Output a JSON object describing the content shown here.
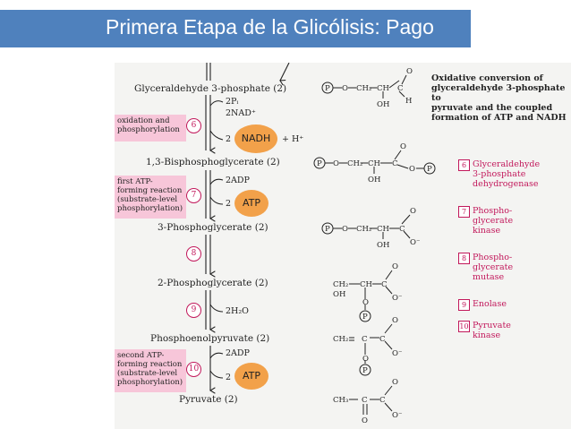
{
  "slide": {
    "title": "Primera Etapa de la Glicólisis: Pago"
  },
  "compounds": {
    "g3p": "Glyceraldehyde 3-phosphate (2)",
    "bpg": "1,3-Bisphosphoglycerate (2)",
    "pg3": "3-Phosphoglycerate (2)",
    "pg2": "2-Phosphoglycerate (2)",
    "pep": "Phosphoenolpyruvate (2)",
    "pyr": "Pyruvate (2)"
  },
  "reagents": {
    "pi": "2Pᵢ",
    "nad": "2NAD⁺",
    "two_a": "2",
    "nadh": "NADH",
    "hplus": "+ H⁺",
    "adp1": "2ADP",
    "two_b": "2",
    "atp1": "ATP",
    "h2o": "2H₂O",
    "adp2": "2ADP",
    "two_c": "2",
    "atp2": "ATP"
  },
  "steps": [
    "6",
    "7",
    "8",
    "9",
    "10"
  ],
  "reaction_notes": {
    "oxidation": [
      "oxidation and",
      "phosphorylation"
    ],
    "first_atp": [
      "first ATP-",
      "forming reaction",
      "(substrate-level",
      "phosphorylation)"
    ],
    "second_atp": [
      "second ATP-",
      "forming reaction",
      "(substrate-level",
      "phosphorylation)"
    ]
  },
  "description": [
    "Oxidative conversion of",
    "glyceraldehyde 3-phosphate to",
    "pyruvate and the coupled",
    "formation of ATP and NADH"
  ],
  "enzymes": [
    {
      "num": "6",
      "lines": [
        "Glyceraldehyde",
        "3-phosphate",
        "dehydrogenase"
      ]
    },
    {
      "num": "7",
      "lines": [
        "Phospho-",
        "glycerate",
        "kinase"
      ]
    },
    {
      "num": "8",
      "lines": [
        "Phospho-",
        "glycerate",
        "mutase"
      ]
    },
    {
      "num": "9",
      "lines": [
        "Enolase"
      ]
    },
    {
      "num": "10",
      "lines": [
        "Pyruvate",
        "kinase"
      ]
    }
  ],
  "structure_labels": {
    "p": "P",
    "o": "O",
    "ch2": "CH₂",
    "ch": "CH",
    "c": "C",
    "oh": "OH",
    "h": "H",
    "ominus": "O⁻",
    "ch3": "CH₃"
  },
  "colors": {
    "title_bar": "#4f81bd",
    "pink": "#f7c6d9",
    "magenta": "#c2185b",
    "orange": "#f2a14a"
  }
}
